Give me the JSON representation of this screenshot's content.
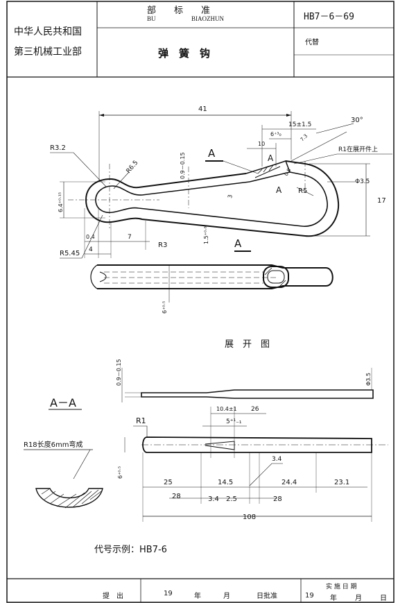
{
  "header": {
    "org_line1": "中华人民共和国",
    "org_line2": "第三机械工业部",
    "std_cn": "部　　标　　准",
    "std_pinyin_1": "BU",
    "std_pinyin_2": "BIAOZHUN",
    "part_name": "弹　簧　钩",
    "std_number": "HB7－6－69",
    "replaces_label": "代替"
  },
  "drawing": {
    "dims": {
      "d41": "41",
      "d15": "15±1.5",
      "d6": "6⁺³₀",
      "d10": "10",
      "d30deg": "30°",
      "d73": "7.3",
      "r1": "R1在展开件上",
      "r32": "R3.2",
      "r65": "R6.5",
      "d09": "0.9－0.15",
      "d3b": "3",
      "d08": "0.8",
      "d35": "Φ3.5",
      "r5": "R5",
      "d17": "17",
      "d64": "6.4⁺⁰·¹⁵",
      "d3": "3",
      "d04": "0.4",
      "d7": "7",
      "d4": "4",
      "r3": "R3",
      "d15b": "1.5⁺⁰·⁸",
      "r545": "R5.45",
      "d6b": "6⁺⁰·⁵",
      "section_a": "A"
    },
    "unfold_title": "展　开　图",
    "unfold_dims": {
      "d09": "0.9－0.15",
      "d35": "Φ3.5",
      "d104": "10.4±1",
      "d26": "26",
      "d5": "5⁺¹₋₁",
      "r1": "R1",
      "d6": "6⁺⁰·⁵",
      "d34a": "3.4",
      "d25a": "25",
      "d145": "14.5",
      "d244": "24.4",
      "d231": "23.1",
      "d28a": "28",
      "d34b": "3.4",
      "d25b": "2.5",
      "d28b": "28",
      "d108": "108"
    },
    "section_title": "A－A",
    "section_note": "R18长度6mm弯成",
    "code_example": "代号示例：HB7-6"
  },
  "footer": {
    "proposed": "提　出",
    "year_prefix": "19",
    "year": "年",
    "month": "月",
    "approved": "日批准",
    "impl_label": "实 施 日 期",
    "impl_year_prefix": "19",
    "impl_year": "年",
    "impl_month": "月",
    "impl_day": "日"
  }
}
